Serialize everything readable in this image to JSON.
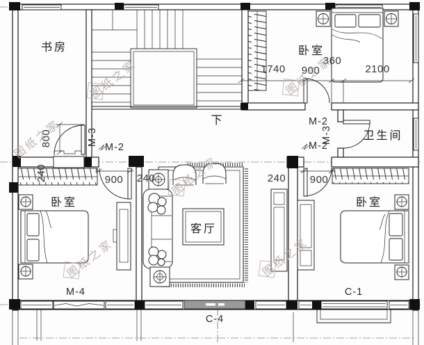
{
  "rooms": {
    "study": "书房",
    "bedroom_top": "卧室",
    "bathroom": "卫生间",
    "bedroom_left": "卧室",
    "living": "客厅",
    "bedroom_right": "卧室"
  },
  "stairs": {
    "down_label": "下"
  },
  "tags": {
    "m3_study": "M-3",
    "m2_study": "M-2",
    "m2_hall_top": "M-2",
    "m3_hall": "M-3",
    "m2_hall_bottom": "M-2",
    "m4": "M-4",
    "c1": "C-1",
    "c4": "C-4"
  },
  "dims": {
    "top_1": "1740",
    "top_2": "900",
    "top_3": "360",
    "top_4": "2100",
    "study_door": "800",
    "wall_left": "240",
    "door_left": "900",
    "jamb_left": "240",
    "jamb_right": "240",
    "door_right": "900"
  },
  "watermark": "图纸之家",
  "colors": {
    "ink": "#1c1c1c",
    "window_gray": "#9a9a9a",
    "watermark": "#b4a9a4"
  }
}
